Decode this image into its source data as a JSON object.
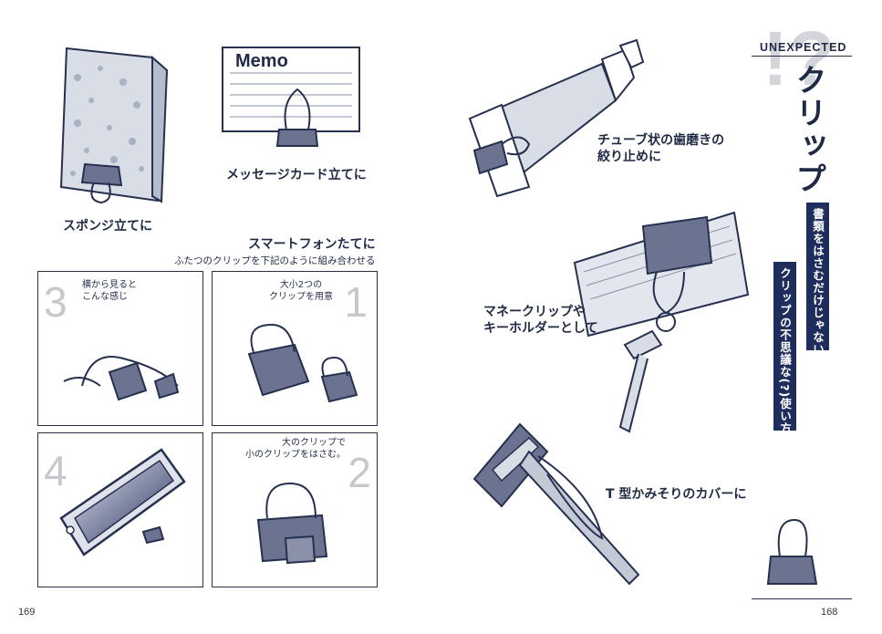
{
  "left_page": {
    "sponge_caption": "スポンジ立てに",
    "memo_card_text": "Memo",
    "message_card_caption": "メッセージカード立てに",
    "smartphone_title": "スマートフォンたてに",
    "smartphone_subtitle": "ふたつのクリップを下記のように組み合わせる",
    "panels": [
      {
        "number": "3",
        "text": "横から見ると\nこんな感じ"
      },
      {
        "number": "1",
        "text": "大小2つの\nクリップを用意"
      },
      {
        "number": "4",
        "text": ""
      },
      {
        "number": "2",
        "text": "大のクリップで\n小のクリップをはさむ。"
      }
    ],
    "page_number": "169"
  },
  "right_page": {
    "header_label": "UNEXPECTED",
    "header_mark": "!?",
    "title": "クリップ",
    "band_1": "書類をはさむだけじゃない。",
    "band_2": "クリップの不思議な(?)使い方。",
    "toothpaste_caption": "チューブ状の歯磨きの\n絞り止めに",
    "money_clip_caption": "マネークリップや\nキーホルダーとして",
    "razor_caption": "T 型かみそりのカバーに",
    "page_number": "168"
  },
  "colors": {
    "ink": "#1f2a44",
    "navy": "#1f2d5c",
    "clip": "#6b7390",
    "sponge": "#d8dde6"
  }
}
